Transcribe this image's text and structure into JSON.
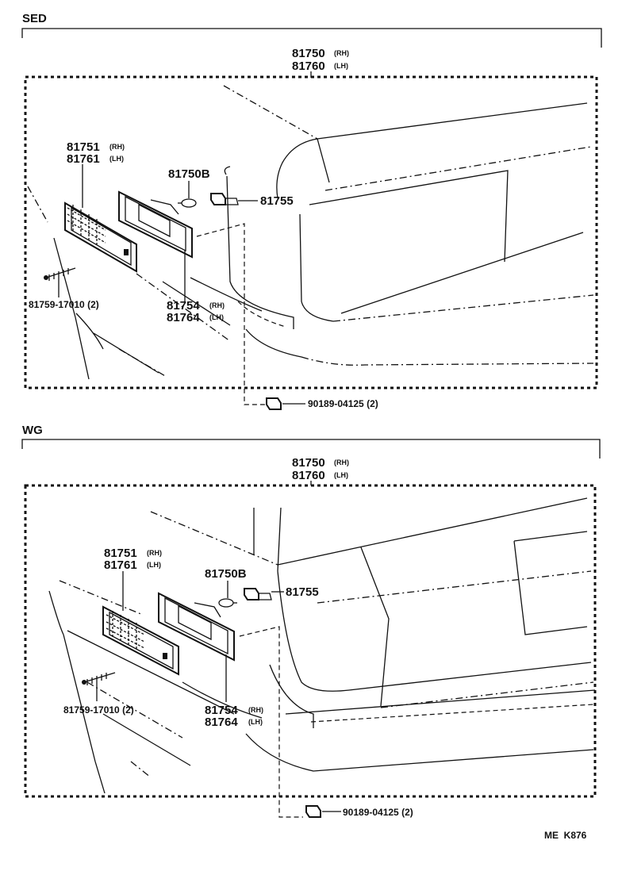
{
  "sections": [
    {
      "tag": "SED",
      "assembly": {
        "num1": "81750",
        "tag1": "(RH)",
        "num2": "81760",
        "tag2": "(LH)"
      },
      "lens": {
        "num1": "81751",
        "tag1": "(RH)",
        "num2": "81761",
        "tag2": "(LH)"
      },
      "bulb": "81750B",
      "socket": "81755",
      "screw": "81759-17010 (2)",
      "gasket": {
        "num1": "81754",
        "tag1": "(RH)",
        "num2": "81764",
        "tag2": "(LH)"
      },
      "nut": "90189-04125 (2)"
    },
    {
      "tag": "WG",
      "assembly": {
        "num1": "81750",
        "tag1": "(RH)",
        "num2": "81760",
        "tag2": "(LH)"
      },
      "lens": {
        "num1": "81751",
        "tag1": "(RH)",
        "num2": "81761",
        "tag2": "(LH)"
      },
      "bulb": "81750B",
      "socket": "81755",
      "screw": "81759-17010 (2)",
      "gasket": {
        "num1": "81754",
        "tag1": "(RH)",
        "num2": "81764",
        "tag2": "(LH)"
      },
      "nut": "90189-04125 (2)"
    }
  ],
  "footer_code": "ME  K876"
}
